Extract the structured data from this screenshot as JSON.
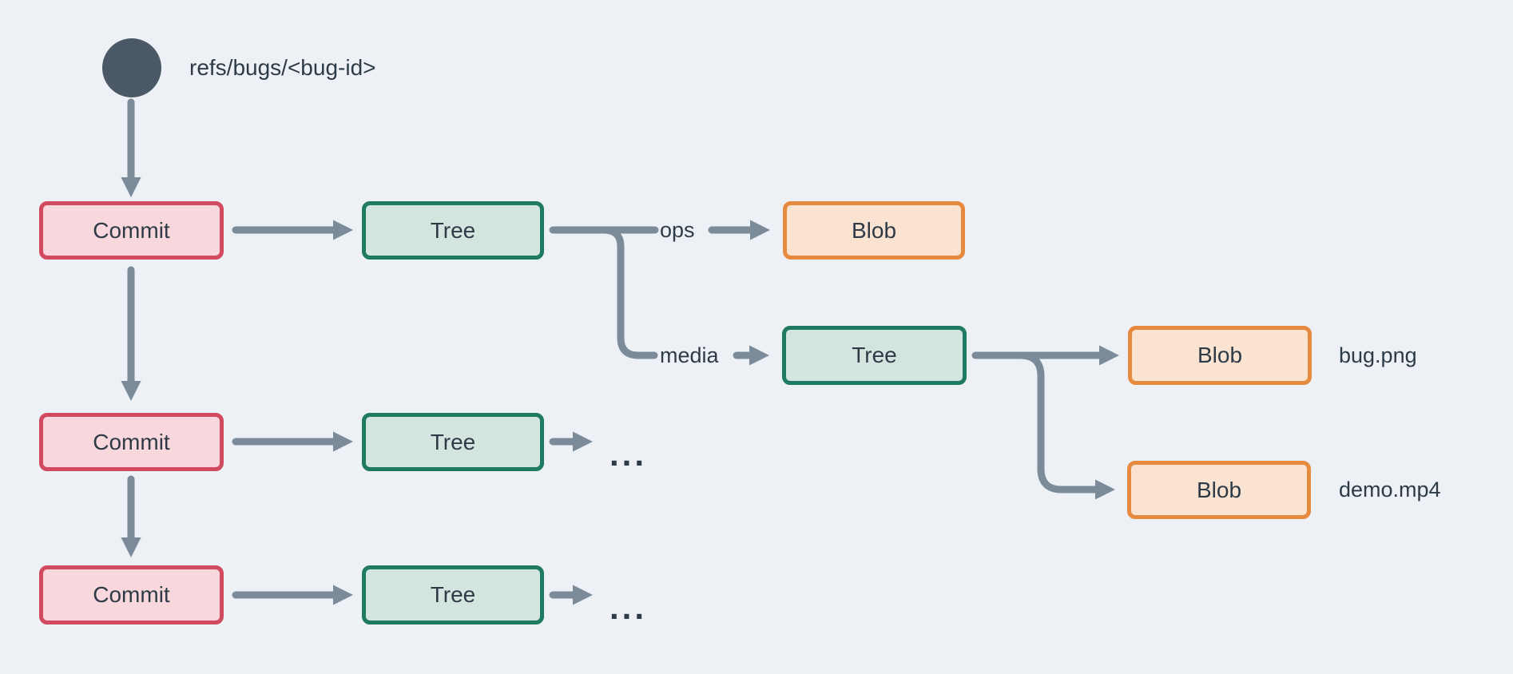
{
  "colors": {
    "background": "#edf1f5",
    "arrow": "#7b8b9a",
    "text": "#2e3b47",
    "ref_circle_fill": "#4a5965",
    "commit_border": "#d24a5f",
    "commit_fill": "#f8d8dd",
    "tree_border": "#1e7a60",
    "tree_fill": "#d4e4de",
    "blob_border": "#e68a40",
    "blob_fill": "#fae3d0"
  },
  "ref": {
    "label": "refs/bugs/<bug-id>"
  },
  "nodes": {
    "commit1": "Commit",
    "commit2": "Commit",
    "commit3": "Commit",
    "tree1": "Tree",
    "tree2": "Tree",
    "tree3": "Tree",
    "tree4": "Tree",
    "blob_ops": "Blob",
    "blob_bug": "Blob",
    "blob_demo": "Blob"
  },
  "edge_labels": {
    "ops": "ops",
    "media": "media"
  },
  "file_labels": {
    "bug": "bug.png",
    "demo": "demo.mp4"
  },
  "ellipsis": {
    "row_mid": "...",
    "row_bottom": "..."
  }
}
